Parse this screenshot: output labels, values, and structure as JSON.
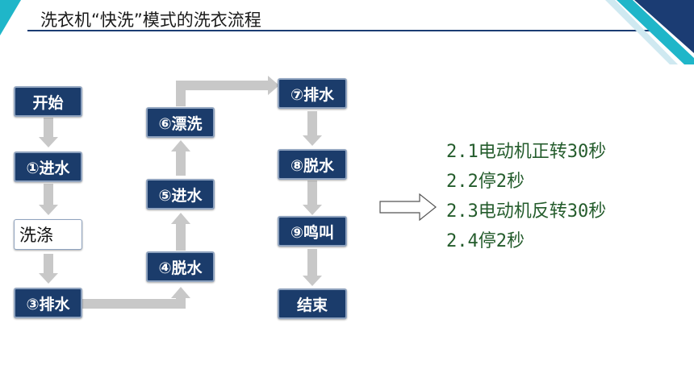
{
  "header": {
    "title": "洗衣机“快洗”模式的洗衣流程"
  },
  "flow": {
    "start": "开始",
    "step1": "①进水",
    "wash": "洗涤",
    "step3": "③排水",
    "step4": "④脱水",
    "step5": "⑤进水",
    "step6": "⑥漂洗",
    "step7": "⑦排水",
    "step8": "⑧脱水",
    "step9": "⑨鸣叫",
    "end": "结束"
  },
  "wash_steps": [
    "2.1电动机正转30秒",
    "2.2停2秒",
    "2.3电动机反转30秒",
    "2.4停2秒"
  ],
  "colors": {
    "box_fill": "#1b3c6b",
    "connector": "#c8c8c8",
    "accent_teal": "#1fb6c9",
    "step_text": "#245c2c"
  }
}
